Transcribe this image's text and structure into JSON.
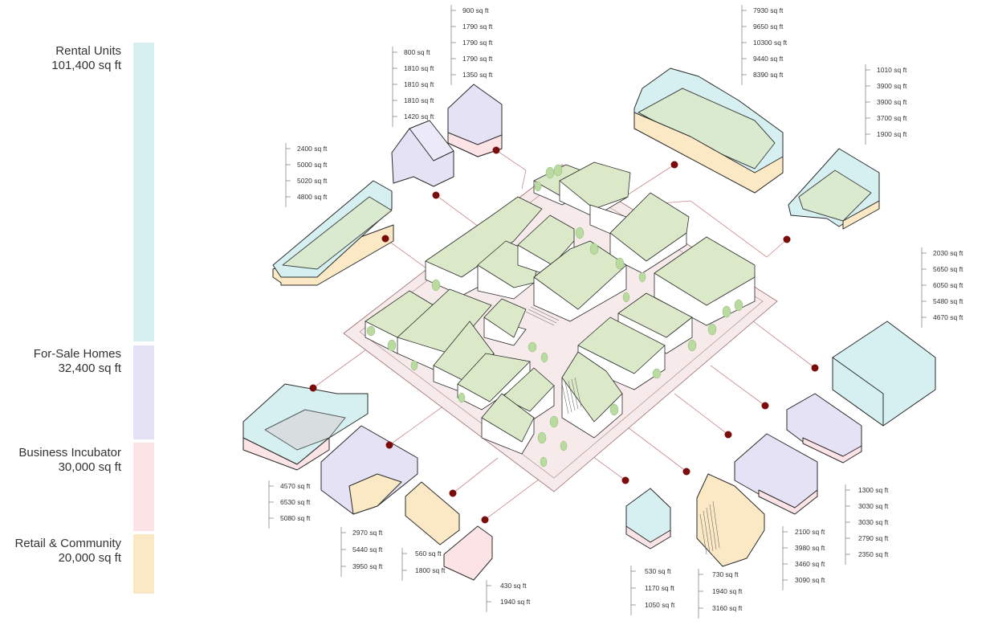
{
  "legend": [
    {
      "name": "Rental Units",
      "area": "101,400 sq ft",
      "color": "#d6f0f1"
    },
    {
      "name": "For-Sale Homes",
      "area": "32,400 sq ft",
      "color": "#e5e2f5"
    },
    {
      "name": "Business Incubator",
      "area": "30,000 sq ft",
      "color": "#fbe3e6"
    },
    {
      "name": "Retail & Community",
      "area": "20,000 sq ft",
      "color": "#fbe8c4"
    }
  ],
  "colors": {
    "green_roof": "#dbe9c9",
    "tree": "#b9dba0",
    "site": "#f7eaea",
    "leader_dot": "#7a0c0c",
    "leader_line": "#c98a8a",
    "outline": "#2a2a2a"
  },
  "area_groups": {
    "g1": [
      "2400 sq ft",
      "5000 sq ft",
      "5020 sq ft",
      "4800 sq ft"
    ],
    "g2": [
      "800 sq ft",
      "1810 sq ft",
      "1810 sq ft",
      "1810 sq ft",
      "1420 sq ft"
    ],
    "g3": [
      "900 sq ft",
      "1790 sq ft",
      "1790 sq ft",
      "1790 sq ft",
      "1350 sq ft"
    ],
    "g4": [
      "7930 sq ft",
      "9650 sq ft",
      "10300 sq ft",
      "9440 sq ft",
      "8390 sq ft"
    ],
    "g5": [
      "1010 sq ft",
      "3900 sq ft",
      "3900 sq ft",
      "3700 sq ft",
      "1900 sq ft"
    ],
    "g6": [
      "2030 sq ft",
      "5650 sq ft",
      "6050 sq ft",
      "5480 sq ft",
      "4670 sq ft"
    ],
    "g7": [
      "4570 sq ft",
      "6530 sq ft",
      "5080 sq ft"
    ],
    "g8": [
      "2970 sq ft",
      "5440 sq ft",
      "3950 sq ft"
    ],
    "g9": [
      "560 sq ft",
      "1800 sq ft"
    ],
    "g10": [
      "430 sq ft",
      "1940 sq ft"
    ],
    "g11": [
      "530 sq ft",
      "1170 sq ft",
      "1050 sq ft"
    ],
    "g12": [
      "730 sq ft",
      "1940 sq ft",
      "3160 sq ft"
    ],
    "g13": [
      "2100 sq ft",
      "3980 sq ft",
      "3460 sq ft",
      "3090 sq ft"
    ],
    "g14": [
      "1300 sq ft",
      "3030 sq ft",
      "3030 sq ft",
      "2790 sq ft",
      "2350 sq ft"
    ]
  }
}
